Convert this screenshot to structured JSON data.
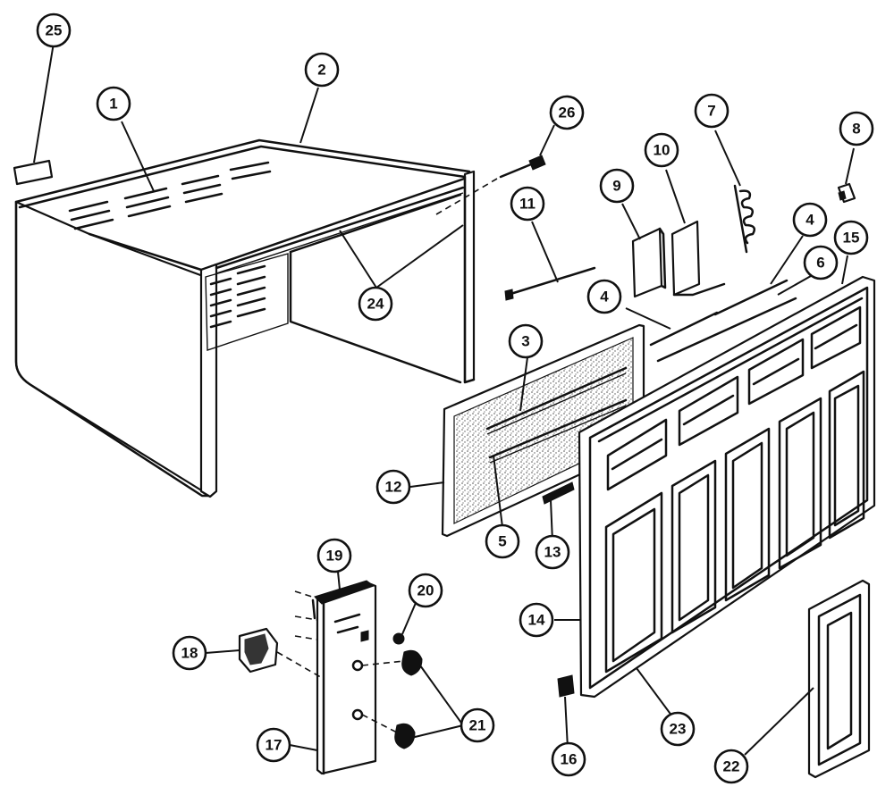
{
  "diagram": {
    "callouts": [
      {
        "id": "part-1",
        "label": "1"
      },
      {
        "id": "part-2",
        "label": "2"
      },
      {
        "id": "part-3",
        "label": "3"
      },
      {
        "id": "part-4a",
        "label": "4"
      },
      {
        "id": "part-4b",
        "label": "4"
      },
      {
        "id": "part-5a",
        "label": "5"
      },
      {
        "id": "part-5b",
        "label": "5"
      },
      {
        "id": "part-6",
        "label": "6"
      },
      {
        "id": "part-7",
        "label": "7"
      },
      {
        "id": "part-8",
        "label": "8"
      },
      {
        "id": "part-9",
        "label": "9"
      },
      {
        "id": "part-10",
        "label": "10"
      },
      {
        "id": "part-11",
        "label": "11"
      },
      {
        "id": "part-12",
        "label": "12"
      },
      {
        "id": "part-13",
        "label": "13"
      },
      {
        "id": "part-14",
        "label": "14"
      },
      {
        "id": "part-15",
        "label": "15"
      },
      {
        "id": "part-16",
        "label": "16"
      },
      {
        "id": "part-17",
        "label": "17"
      },
      {
        "id": "part-18",
        "label": "18"
      },
      {
        "id": "part-19",
        "label": "19"
      },
      {
        "id": "part-20",
        "label": "20"
      },
      {
        "id": "part-21",
        "label": "21"
      },
      {
        "id": "part-22",
        "label": "22"
      },
      {
        "id": "part-23",
        "label": "23"
      },
      {
        "id": "part-24",
        "label": "24"
      },
      {
        "id": "part-25",
        "label": "25"
      },
      {
        "id": "part-26",
        "label": "26"
      }
    ]
  },
  "colors": {
    "ink": "#111111",
    "background": "#ffffff",
    "filter_stipple": "#8a8a8a"
  }
}
